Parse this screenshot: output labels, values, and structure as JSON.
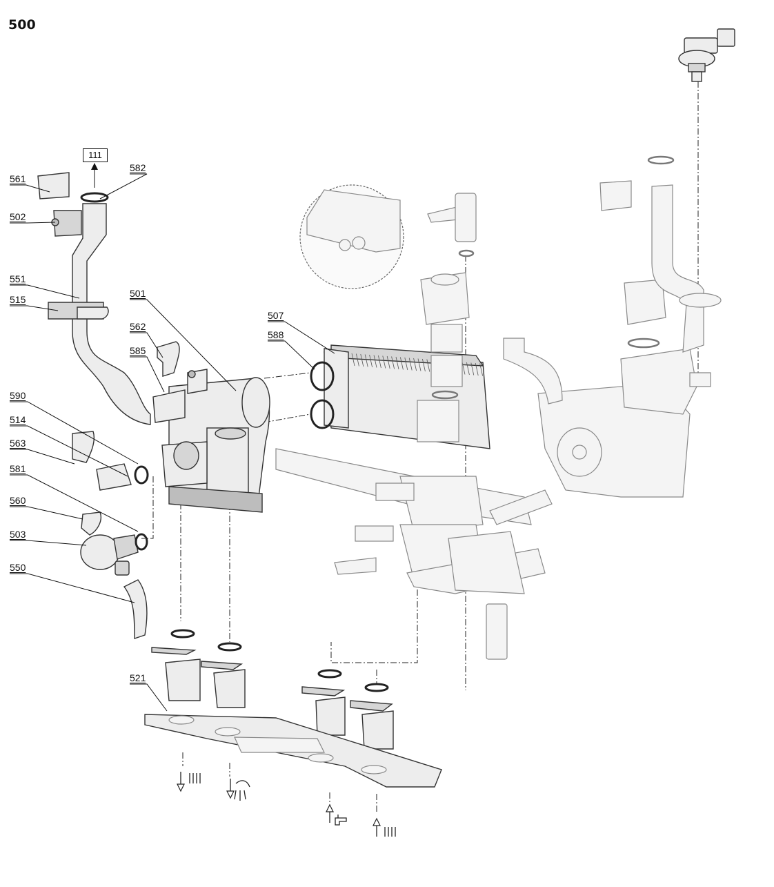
{
  "diagram": {
    "title": "500",
    "reference_box": "111",
    "callouts": [
      {
        "id": "561",
        "label": "561"
      },
      {
        "id": "582",
        "label": "582"
      },
      {
        "id": "502",
        "label": "502"
      },
      {
        "id": "551",
        "label": "551"
      },
      {
        "id": "515",
        "label": "515"
      },
      {
        "id": "501",
        "label": "501"
      },
      {
        "id": "562",
        "label": "562"
      },
      {
        "id": "585",
        "label": "585"
      },
      {
        "id": "507",
        "label": "507"
      },
      {
        "id": "588",
        "label": "588"
      },
      {
        "id": "590",
        "label": "590"
      },
      {
        "id": "514",
        "label": "514"
      },
      {
        "id": "563",
        "label": "563"
      },
      {
        "id": "581",
        "label": "581"
      },
      {
        "id": "560",
        "label": "560"
      },
      {
        "id": "503",
        "label": "503"
      },
      {
        "id": "550",
        "label": "550"
      },
      {
        "id": "521",
        "label": "521"
      }
    ],
    "flow_symbols": [
      {
        "name": "heating-flow-out",
        "icon": "arrow-down-radiator-icon"
      },
      {
        "name": "hot-water-out",
        "icon": "arrow-down-shower-icon"
      },
      {
        "name": "cold-water-in",
        "icon": "arrow-up-tap-icon"
      },
      {
        "name": "heating-return-in",
        "icon": "arrow-up-radiator-icon"
      }
    ],
    "colors": {
      "line": "#333333",
      "fill": "#ededed",
      "shade": "#bdbdbd"
    }
  }
}
